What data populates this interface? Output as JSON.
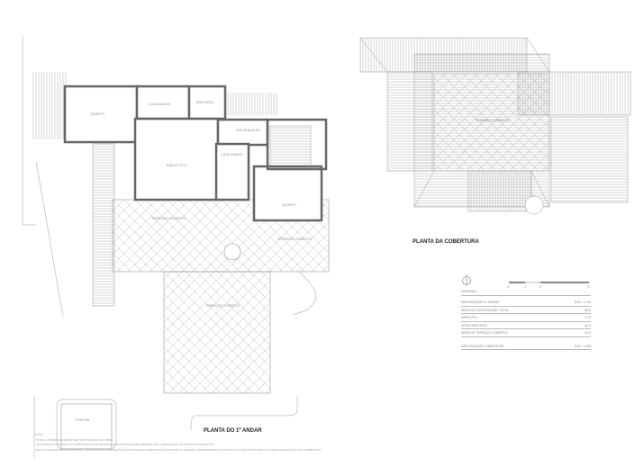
{
  "floor_plan": {
    "title": "PLANTA DO 1º ANDAR",
    "rooms": [
      {
        "name": "QUARTO"
      },
      {
        "name": "CASA BANHO"
      },
      {
        "name": "ARRUMOS"
      },
      {
        "name": "DISTRIBUIÇÃO"
      },
      {
        "name": "BIBLIOTECA"
      },
      {
        "name": "CASA BANHO"
      },
      {
        "name": "QUARTO"
      },
      {
        "name": "TERRAÇO COBERTO"
      },
      {
        "name": "TERRAÇO COBERTO"
      },
      {
        "name": "TERRAÇO COBERTO"
      }
    ],
    "pool_label": "PISCINA"
  },
  "roof_plan": {
    "title": "PLANTA DA COBERTURA",
    "label": "TERRAÇO COBERTO"
  },
  "legend": {
    "heading": "LEGENDA",
    "rows": [
      {
        "label": "IMPLANTAÇÃO 1º ANDAR",
        "value": "ESC. 1:100"
      },
      {
        "label": "ÁREA DE CONSTRUÇÃO TOTAL",
        "value": "88.8"
      },
      {
        "label": "ÁREA ÚTIL",
        "value": "71.5"
      },
      {
        "label": "ÁREA HABITÁVEL",
        "value": "54.2"
      },
      {
        "label": "ÁREA DE TERRAÇO COBERTO",
        "value": "31.0"
      },
      {
        "label": "IMPLANTAÇÃO COBERTURA",
        "value": "ESC. 1:100"
      }
    ],
    "scale_ticks": [
      "0",
      "1",
      "2",
      "5"
    ]
  },
  "notes": {
    "heading": "NOTAS",
    "items": [
      "- TODAS AS MEDIDAS DEVEM SER RECTIFICADAS EM OBRA",
      "- QUALQUER ALTERAÇÃO OU SUBSTITUIÇÃO DE MATERIAIS E/OU DE SOLUÇÕES DEVERÁ TER A APROVAÇÃO DO AUTOR DO PROJECTO",
      "- EM CASO DE DÚVIDA POR OMISSÃO, ALTERAÇÃO OU DISCREPÂNCIA DOS DADOS CONSTANTES DO PROJECTO DEVERÁ O EMPREITEIRO CONTACTAR O AUTOR DO PROJECTO ANTES DA EXECUÇÃO DOS TRABALHOS"
    ]
  },
  "icons": {
    "north": "north-arrow-icon"
  }
}
